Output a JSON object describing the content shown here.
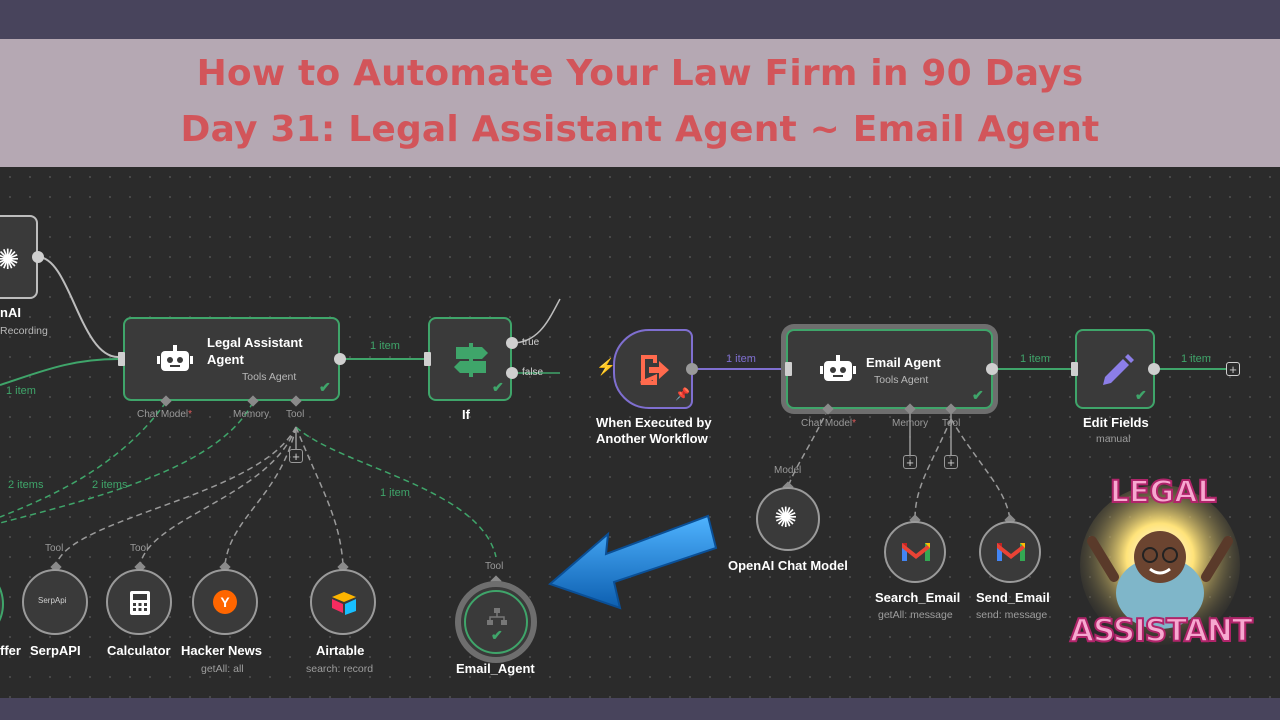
{
  "banner": {
    "line1": "How to Automate Your Law Firm in 90 Days",
    "line2": "Day 31: Legal Assistant Agent ~ Email Agent"
  },
  "nodes": {
    "openai_partial": {
      "title": "nAI",
      "subtitle": "Recording"
    },
    "legal_agent": {
      "title_line1": "Legal Assistant",
      "title_line2": "Agent",
      "subtitle": "Tools Agent"
    },
    "if_node": {
      "title": "If",
      "true_label": "true",
      "false_label": "false"
    },
    "trigger": {
      "title_line1": "When Executed by",
      "title_line2": "Another Workflow"
    },
    "email_agent": {
      "title": "Email Agent",
      "subtitle": "Tools Agent"
    },
    "edit_fields": {
      "title": "Edit Fields",
      "subtitle": "manual"
    },
    "openai_chat": {
      "title": "OpenAI Chat Model",
      "connector": "Model"
    },
    "search_email": {
      "title": "Search_Email",
      "subtitle": "getAll: message"
    },
    "send_email": {
      "title": "Send_Email",
      "subtitle": "send: message"
    },
    "buffer_partial": {
      "title": "ffer"
    },
    "serpapi": {
      "title": "SerpAPI",
      "icon_text": "SerpApi",
      "connector": "Tool"
    },
    "calculator": {
      "title": "Calculator",
      "connector": "Tool"
    },
    "hacker_news": {
      "title": "Hacker News",
      "subtitle": "getAll: all",
      "icon_text": "Y"
    },
    "airtable": {
      "title": "Airtable",
      "subtitle": "search: record"
    },
    "email_tool": {
      "title": "Email_Agent",
      "connector": "Tool"
    }
  },
  "connectors": {
    "chat_model": "Chat Model",
    "memory": "Memory",
    "tool": "Tool",
    "required_mark": "*"
  },
  "edge_labels": {
    "one_item": "1 item",
    "two_items": "2 items"
  },
  "sticker": {
    "line1": "LEGAL",
    "line2": "ASSISTANT"
  },
  "colors": {
    "banner_text": "#d2555a",
    "success_green": "#3fa56a",
    "trigger_purple": "#7f6fd0",
    "trigger_icon": "#ff6a4d",
    "arrow_blue": "#1e88e5"
  }
}
